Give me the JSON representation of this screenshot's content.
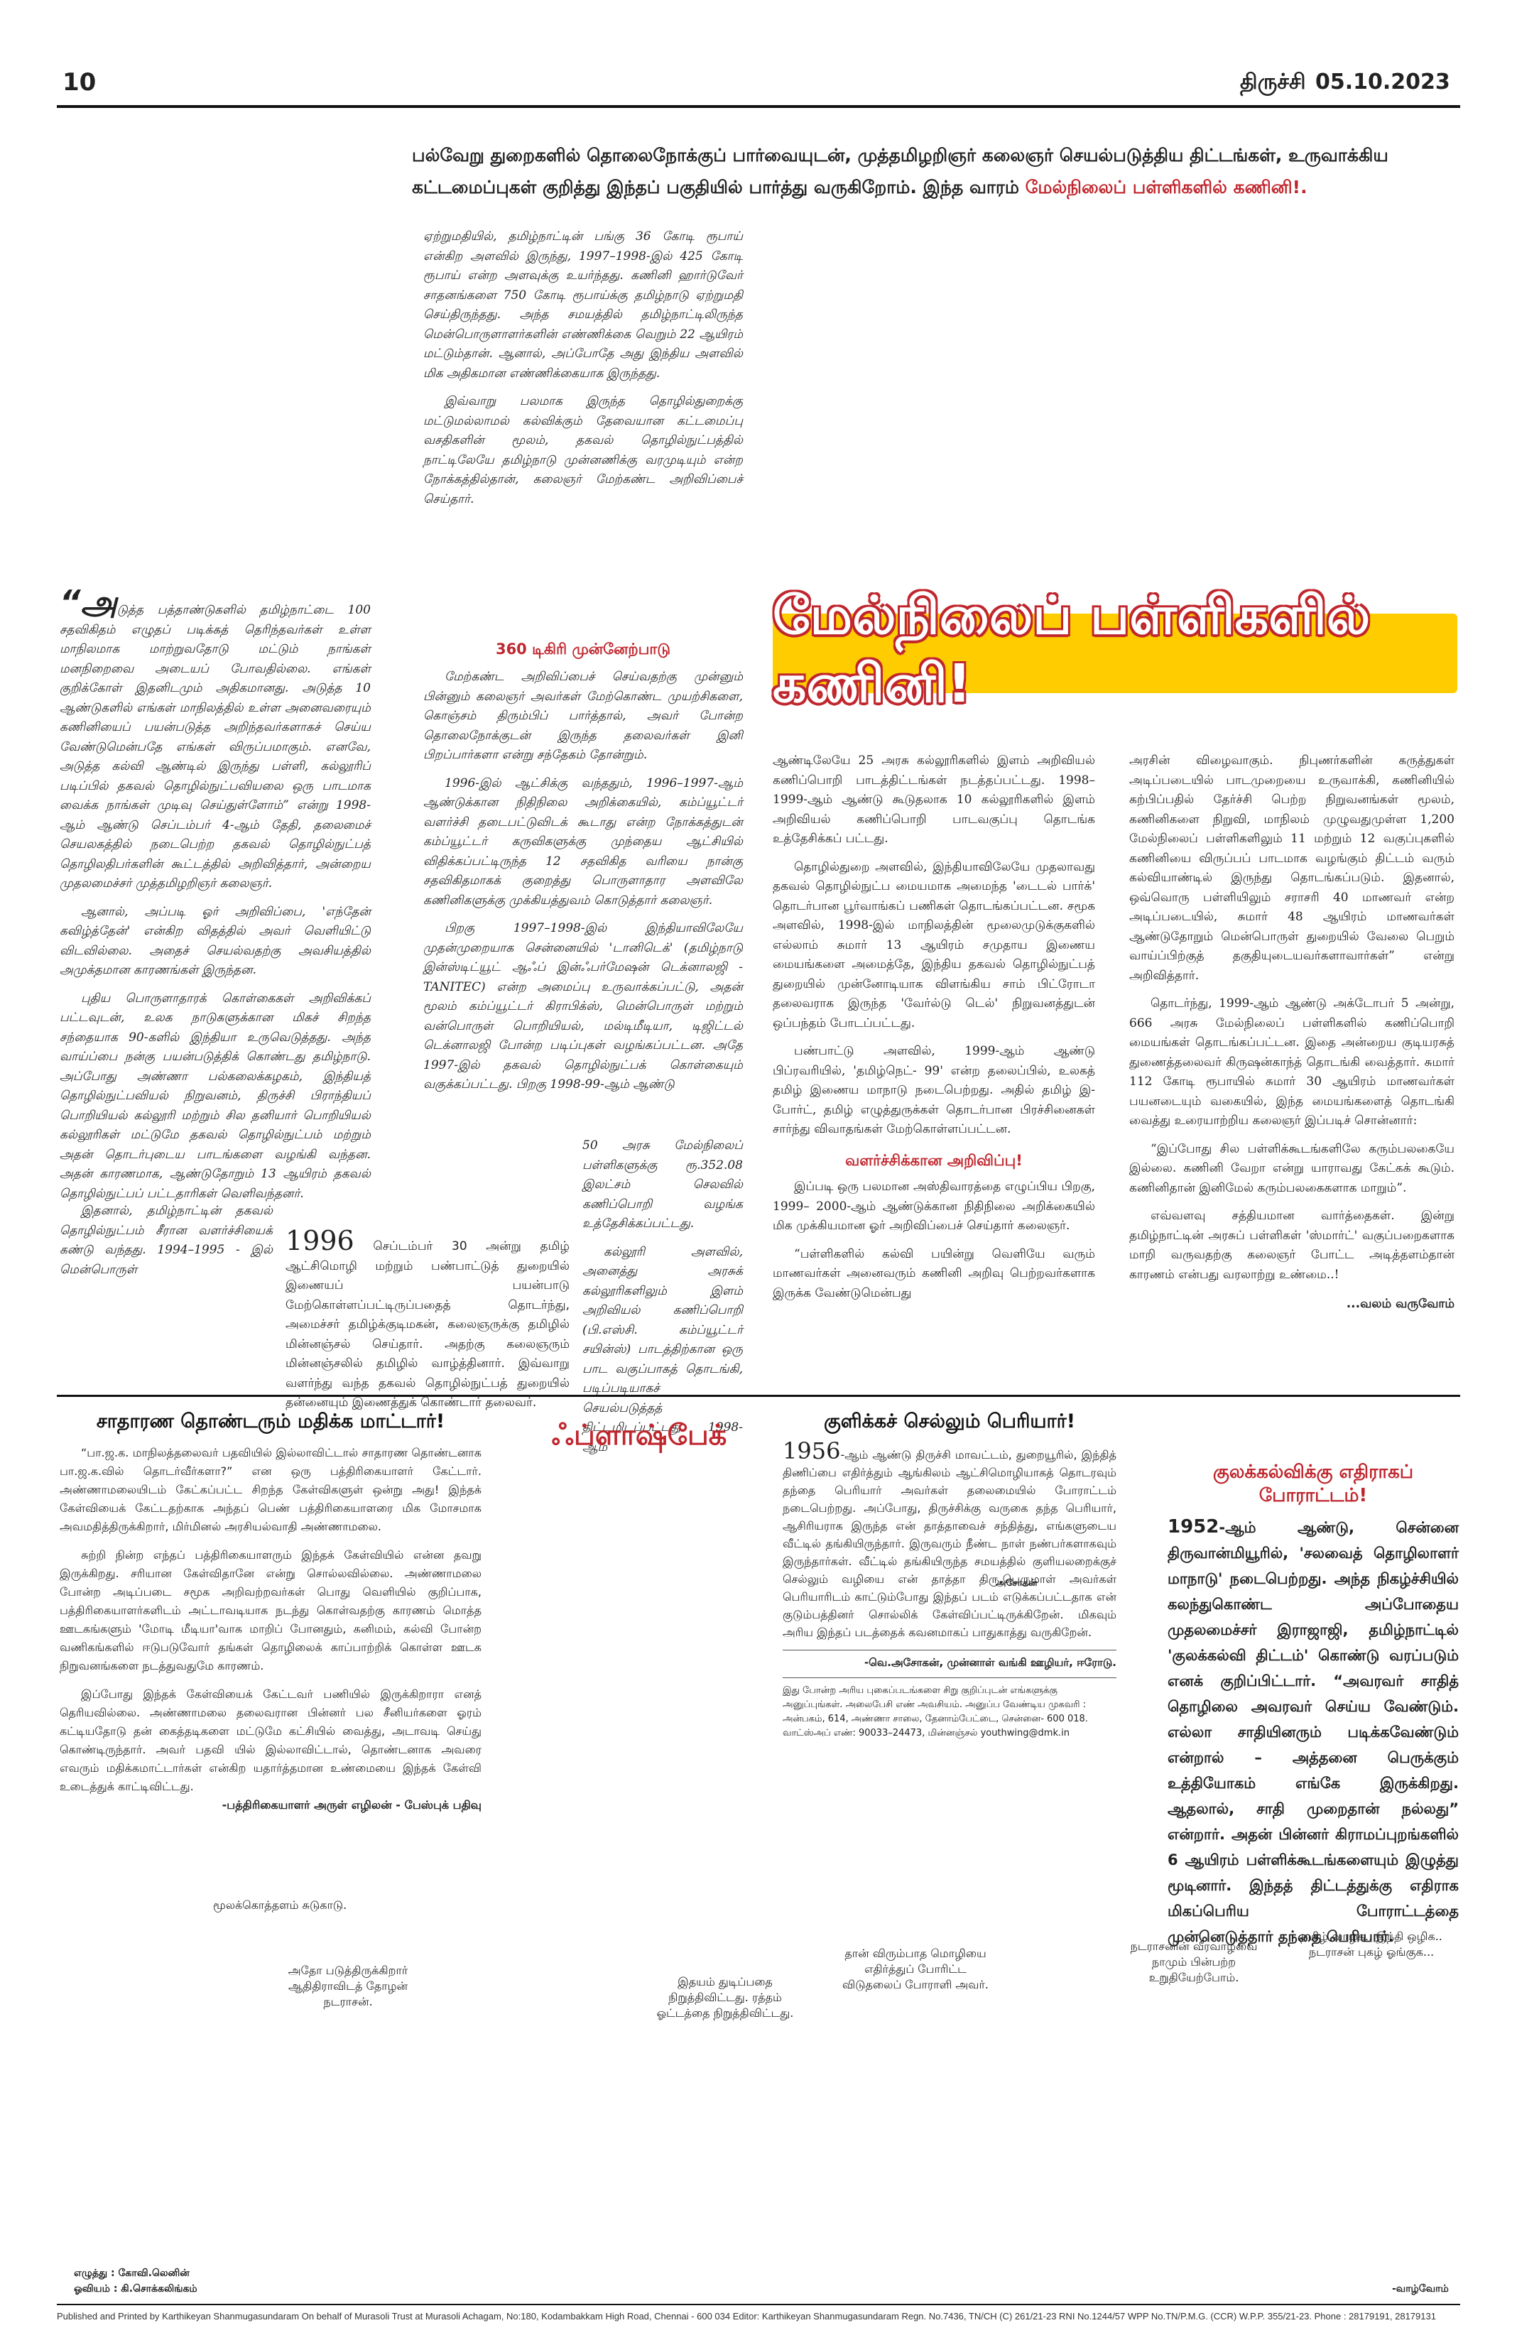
{
  "header": {
    "page_number": "10",
    "city": "திருச்சி",
    "date": "05.10.2023"
  },
  "intro": {
    "line1": "பல்வேறு துறைகளில் தொலைநோக்குப் பார்வையுடன், முத்தமிழறிஞர் கலைஞர் செயல்படுத்திய திட்டங்கள், உருவாக்கிய",
    "line2_black": "கட்டமைப்புகள் குறித்து இந்தப் பகுதியில் பார்த்து வருகிறோம். இந்த வாரம் ",
    "line2_red": "மேல்நிலைப் பள்ளிகளில் கணினி!."
  },
  "article": {
    "col1_para1_dropcap": "“அ",
    "col1_para1": "டுத்த பத்தாண்டுகளில் தமிழ்நாட்டை 100 சதவிகிதம் எழுதப் படிக்கத் தெரிந்தவர்கள் உள்ள மாநிலமாக மாற்றுவதோடு மட்டும் நாங்கள் மனநிறைவை அடையப் போவதில்லை. எங்கள் குறிக்கோள் இதனிடமும் அதிகமானது. அடுத்த 10 ஆண்டுகளில் எங்கள் மாநிலத்தில் உள்ள அனைவரையும் கணினியைப் பயன்படுத்த அறிந்தவர்களாகச் செய்ய வேண்டுமென்பதே எங்கள் விருப்பமாகும். எனவே, அடுத்த கல்வி ஆண்டில் இருந்து பள்ளி, கல்லூரிப் படிப்பில் தகவல் தொழில்நுட்பவியலை ஒரு பாடமாக வைக்க நாங்கள் முடிவு செய்துள்ளோம்” என்று 1998-ஆம் ஆண்டு செப்டம்பர் 4-ஆம் தேதி, தலைமைச் செயலகத்தில் நடைபெற்ற தகவல் தொழில்நுட்பத் தொழிலதிபர்களின் கூட்டத்தில் அறிவித்தார், அன்றைய முதலமைச்சர் முத்தமிழறிஞர் கலைஞர்.",
    "col1_para2": "ஆனால், அப்படி ஓர் அறிவிப்பை, 'எந்தேன் கவிழ்த்தேன்' என்கிற விதத்தில் அவர் வெளியிட்டு விடவில்லை. அதைச் செயல்வதற்கு அவசியத்தில் அமுக்தமான காரணங்கள் இருந்தன.",
    "col1_para3": "புதிய பொருளாதாரக் கொள்கைகள் அறிவிக்கப் பட்டவுடன், உலக நாடுகளுக்கான மிகச் சிறந்த சந்தையாக 90-களில் இந்தியா உருவெடுத்தது. அந்த வாய்ப்பை நன்கு பயன்படுத்திக் கொண்டது தமிழ்நாடு. அப்போது அண்ணா பல்கலைக்கழகம், இந்தியத் தொழில்நுட்பவியல் நிறுவனம், திருச்சி பிராந்தியப் பொறியியல் கல்லூரி மற்றும் சில தனியார் பொறியியல் கல்லூரிகள் மட்டுமே தகவல் தொழில்நுட்பம் மற்றும் அதன் தொடர்புடைய பாடங்களை வழங்கி வந்தன. அதன் காரணமாக, ஆண்டுதோறும் 13 ஆயிரம் தகவல் தொழில்நுட்பப் பட்டதாரிகள் வெளிவந்தனர்.",
    "col1_para4": "இதனால், தமிழ்நாட்டின் தகவல் தொழில்நுட்பம் சீரான வளர்ச்சியைக் கண்டு வந்தது. 1994–1995 - இல் மென்பொருள்",
    "col2_para1": "ஏற்றுமதியில், தமிழ்நாட்டின் பங்கு 36 கோடி ரூபாய் என்கிற அளவில் இருந்து, 1997–1998-இல் 425 கோடி ரூபாய் என்ற அளவுக்கு உயர்ந்தது. கணினி ஹார்டுவேர் சாதனங்களை 750 கோடி ரூபாய்க்கு தமிழ்நாடு ஏற்றுமதி செய்திருந்தது. அந்த சமயத்தில் தமிழ்நாட்டிலிருந்த மென்பொருளாளர்களின் எண்ணிக்கை வெறும் 22 ஆயிரம் மட்டும்தான். ஆனால், அப்போதே அது இந்திய அளவில் மிக அதிகமான எண்ணிக்கையாக இருந்தது.",
    "col2_para2": "இவ்வாறு பலமாக இருந்த தொழில்துறைக்கு மட்டுமல்லாமல் கல்விக்கும் தேவையான கட்டமைப்பு வசதிகளின் மூலம், தகவல் தொழில்நுட்பத்தில் நாட்டிலேயே தமிழ்நாடு முன்னணிக்கு வரமுடியும் என்ற நோக்கத்தில்தான், கலைஞர் மேற்கண்ட அறிவிப்பைச் செய்தார்.",
    "col2_subhead": "360 டிகிரி முன்னேற்பாடு",
    "col2_para3": "மேற்கண்ட அறிவிப்பைச் செய்வதற்கு முன்னும் பின்னும் கலைஞர் அவர்கள் மேற்கொண்ட முயற்சிகளை, கொஞ்சம் திரும்பிப் பார்த்தால், அவர் போன்ற தொலைநோக்குடன் இருந்த தலைவர்கள் இனி பிறப்பார்களா என்று சந்தேகம் தோன்றும்.",
    "col2_para4": "1996-இல் ஆட்சிக்கு வந்ததும், 1996–1997-ஆம் ஆண்டுக்கான நிதிநிலை அறிக்கையில், கம்ப்யூட்டர் வளர்ச்சி தடைபட்டுவிடக் கூடாது என்ற நோக்கத்துடன் கம்ப்யூட்டர் கருவிகளுக்கு முந்தைய ஆட்சியில் விதிக்கப்பட்டிருந்த 12 சதவிகித வரியை நான்கு சதவிகிதமாகக் குறைத்து பொருளாதார அளவிலே கணினிகளுக்கு முக்கியத்துவம் கொடுத்தார் கலைஞர்.",
    "col2_para5": "பிறகு 1997–1998-இல் இந்தியாவிலேயே முதன்முறையாக சென்னையில் 'டானிடெக்' (தமிழ்நாடு இன்ஸ்டிட்யூட் ஆஃப் இன்ஃபர்மேஷன் டெக்னாலஜி - TANITEC) என்ற அமைப்பு உருவாக்கப்பட்டு, அதன் மூலம் கம்ப்யூட்டர் கிராபிக்ஸ், மென்பொருள் மற்றும் வன்பொருள் பொறியியல், மல்டிமீடியா, டிஜிட்டல் டெக்னாலஜி போன்ற படிப்புகள் வழங்கப்பட்டன. அதே 1997-இல் தகவல் தொழில்நுட்பக் கொள்கையும் வகுக்கப்பட்டது. பிறகு 1998-99-ஆம் ஆண்டு",
    "col2_para6": "50 அரசு மேல்நிலைப் பள்ளிகளுக்கு ரூ.352.08 இலட்சம் செலவில் கணிப்பொறி வழங்க உத்தேசிக்கப்பட்டது.",
    "col2_para7": "கல்லூரி அளவில், அனைத்து அரசுக் கல்லூரிகளிலும் இளம் அறிவியல் கணிப்பொறி (பி.எஸ்சி. கம்ப்யூட்டர் சயின்ஸ்) பாடத்திற்கான ஒரு பாட வகுப்பாகத் தொடங்கி, படிப்படியாகச் செயல்படுத்தத் திட்டமிடப்பட்டது. 1998- ஆம்",
    "quote_year": "1996",
    "quote_text": " செப்டம்பர் 30 அன்று தமிழ் ஆட்சிமொழி மற்றும் பண்பாட்டுத் துறையில் இணையப் பயன்பாடு மேற்கொள்ளப்பட்டிருப்பதைத் தொடர்ந்து, அமைச்சர் தமிழ்க்குடிமகன், கலைஞருக்கு தமிழில் மின்னஞ்சல் செய்தார். அதற்கு கலைஞரும் மின்னஞ்சலில் தமிழில் வாழ்த்தினார். இவ்வாறு வளர்ந்து வந்த தகவல் தொழில்நுட்பத் துறையில் தன்னையும் இணைத்துக் கொண்டார் தலைவர்.",
    "banner": "மேல்நிலைப் பள்ளிகளில் கணினி!",
    "col3_para1": "ஆண்டிலேயே 25 அரசு கல்லூரிகளில் இளம் அறிவியல் கணிப்பொறி பாடத்திட்டங்கள் நடத்தப்பட்டது. 1998–1999-ஆம் ஆண்டு கூடுதலாக 10 கல்லூரிகளில் இளம் அறிவியல் கணிப்பொறி பாடவகுப்பு தொடங்க உத்தேசிக்கப் பட்டது.",
    "col3_para2": "தொழில்துறை அளவில், இந்தியாவிலேயே முதலாவது தகவல் தொழில்நுட்ப மையமாக அமைந்த 'டைடல் பார்க்' தொடர்பான பூர்வாங்கப் பணிகள் தொடங்கப்பட்டன. சமூக அளவில், 1998-இல் மாநிலத்தின் மூலைமுடுக்குகளில் எல்லாம் சுமார் 13 ஆயிரம் சமுதாய இணைய மையங்களை அமைத்தே, இந்திய தகவல் தொழில்நுட்பத் துறையில் முன்னோடியாக விளங்கிய சாம் பிட்ரோடா தலைவராக இருந்த 'வேர்ல்டு டெல்' நிறுவனத்துடன் ஒப்பந்தம் போடப்பட்டது.",
    "col3_para3": "பண்பாட்டு அளவில், 1999-ஆம் ஆண்டு பிப்ரவரியில், 'தமிழ்நெட்- 99' என்ற தலைப்பில், உலகத் தமிழ் இணைய மாநாடு நடைபெற்றது. அதில் தமிழ் இ-போர்ட், தமிழ் எழுத்துருக்கள் தொடர்பான பிரச்சினைகள் சார்ந்து விவாதங்கள் மேற்கொள்ளப்பட்டன.",
    "col3_subhead": "வளர்ச்சிக்கான அறிவிப்பு!",
    "col3_para4": "இப்படி ஒரு பலமான அஸ்திவாரத்தை எழுப்பிய பிறகு, 1999– 2000-ஆம் ஆண்டுக்கான நிதிநிலை அறிக்கையில் மிக முக்கியமான ஓர் அறிவிப்பைச் செய்தார் கலைஞர்.",
    "col3_para5": "“பள்ளிகளில் கல்வி பயின்று வெளியே வரும் மாணவர்கள் அனைவரும் கணினி அறிவு பெற்றவர்களாக இருக்க வேண்டுமென்பது",
    "col4_para1": "அரசின் விழைவாகும். நிபுணர்களின் கருத்துகள் அடிப்படையில் பாடமுறையை உருவாக்கி, கணினியில் கற்பிப்பதில் தேர்ச்சி பெற்ற நிறுவனங்கள் மூலம், கணினிகளை நிறுவி, மாநிலம் முழுவதுமுள்ள 1,200 மேல்நிலைப் பள்ளிகளிலும் 11 மற்றும் 12 வகுப்புகளில் கணினியை விருப்பப் பாடமாக வழங்கும் திட்டம் வரும் கல்வியாண்டில் இருந்து தொடங்கப்படும். இதனால், ஒவ்வொரு பள்ளியிலும் சராசரி 40 மாணவர் என்ற அடிப்படையில், சுமார் 48 ஆயிரம் மாணவர்கள் ஆண்டுதோறும் மென்பொருள் துறையில் வேலை பெறும் வாய்ப்பிற்குத் தகுதியுடையவர்களாவார்கள்” என்று அறிவித்தார்.",
    "col4_para2": "தொடர்ந்து, 1999-ஆம் ஆண்டு அக்டோபர் 5 அன்று, 666 அரசு மேல்நிலைப் பள்ளிகளில் கணிப்பொறி மையங்கள் தொடங்கப்பட்டன. இதை அன்றைய குடியரசுத் துணைத்தலைவர் கிருஷன்காந்த் தொடங்கி வைத்தார். சுமார் 112 கோடி ரூபாயில் சுமார் 30 ஆயிரம் மாணவர்கள் பயனடையும் வகையில், இந்த மையங்களைத் தொடங்கி வைத்து உரையாற்றிய கலைஞர் இப்படிச் சொன்னார்:",
    "col4_para3": "“இப்போது சில பள்ளிக்கூடங்களிலே கரும்பலகையே இல்லை. கணினி வேறா என்று யாராவது கேட்கக் கூடும். கணினிதான் இனிமேல் கரும்பலகைகளாக மாறும்”.",
    "col4_para4": "எவ்வளவு சத்தியமான வார்த்தைகள். இன்று தமிழ்நாட்டின் அரசுப் பள்ளிகள் 'ஸ்மார்ட்' வகுப்பறைகளாக மாறி வருவதற்கு கலைஞர் போட்ட அடித்தளம்தான் காரணம் என்பது வரலாற்று உண்மை..!",
    "continued": "...வலம் வருவோம்"
  },
  "box1": {
    "title": "சாதாரண தொண்டரும் மதிக்க மாட்டார்!",
    "para1": "“பா.ஜ.க. மாநிலத்தலைவர் பதவியில் இல்லாவிட்டால் சாதாரண தொண்டனாக பா.ஜ.க.வில் தொடர்வீர்களா?” என ஒரு பத்திரிகையாளர் கேட்டார். அண்ணாமலையிடம் கேட்கப்பட்ட சிறந்த கேள்விகளுள் ஒன்று அது! இந்தக் கேள்வியைக் கேட்டதற்காக அந்தப் பெண் பத்திரிகையாளரை மிக மோசமாக அவமதித்திருக்கிறார், மிர்மினல் அரசியல்வாதி அண்ணாமலை.",
    "para2": "சுற்றி நின்ற எந்தப் பத்திரிகையாளரும் இந்தக் கேள்வியில் என்ன தவறு இருக்கிறது. சரியான கேள்விதானே என்று சொல்லவில்லை. அண்ணாமலை போன்ற அடிப்படை சமூக அறிவற்றவர்கள் பொது வெளியில் குறிப்பாக, பத்திரிகையாளர்களிடம் அட்டாவடியாக நடந்து கொள்வதற்கு காரணம் மொத்த ஊடகங்களும் 'மோடி மீடியா'வாக மாறிப் போனதும், கனிமம், கல்வி போன்ற வணிகங்களில் ஈடுபடுவோர் தங்கள் தொழிலைக் காப்பாற்றிக் கொள்ள ஊடக நிறுவனங்களை நடத்துவதுமே காரணம்.",
    "para3": "இப்போது இந்தக் கேள்வியைக் கேட்டவர் பணியில் இருக்கிறாரா எனத் தெரியவில்லை. அண்ணாமலை தலைவரான பின்னர் பல சீனியர்களை ஓரம் கட்டியதோடு தன் கைத்தடிகளை மட்டுமே கட்சியில் வைத்து, அடாவடி செய்து கொண்டிருந்தார். அவர் பதவி யில் இல்லாவிட்டால், தொண்டனாக அவரை எவரும் மதிக்கமாட்டார்கள் என்கிற யதார்த்தமான உண்மையை இந்தக் கேள்வி உடைத்துக் காட்டிவிட்டது.",
    "byline": "-பத்திரிகையாளர் அருள் எழிலன் - பேஸ்புக் பதிவு"
  },
  "box2": {
    "title": "ஃப்ளாஷ்பேக்"
  },
  "box3": {
    "title": "குளிக்கச் செல்லும் பெரியார்!",
    "year": "1956",
    "para1": "-ஆம் ஆண்டு திருச்சி மாவட்டம், துறையூரில், இந்தித் திணிப்பை எதிர்த்தும் ஆங்கிலம் ஆட்சிமொழியாகத் தொடரவும் தந்தை பெரியார் அவர்கள் தலைமையில் போராட்டம் நடைபெற்றது. அப்போது, திருச்சிக்கு வருகை தந்த பெரியார், ஆசிரியராக இருந்த என் தாத்தாவைச் சந்தித்து, எங்களுடைய வீட்டில் தங்கியிருந்தார். இருவரும் நீண்ட நாள் நண்பர்களாகவும் இருந்தார்கள். வீட்டில் தங்கியிருந்த சமயத்தில் குளியலறைக்குச் செல்லும் வழியை என் தாத்தா திரு.பெருமாள் அவர்கள் பெரியாரிடம் காட்டும்போது இந்தப் படம் எடுக்கப்பட்டதாக என் குடும்பத்தினர் சொல்லிக் கேள்விப்பட்டிருக்கிறேன். மிகவும் அரிய இந்தப் படத்தைக் கவனமாகப் பாதுகாத்து வருகிறேன்.",
    "photo_caption": "அசோகன்",
    "byline": "-வெ.அசோகன், முன்னாள் வங்கி ஊழியர், ஈரோடு.",
    "note": "இது போன்ற அரிய புகைப்படங்களை சிறு குறிப்புடன் எங்களுக்கு அனுப்புங்கள். அலைபேசி எண் அவசியம். அனுப்ப வேண்டிய முகவரி : அன்பகம், 614, அண்ணா சாலை, தேனாம்பேட்டை, சென்னை- 600 018. வாட்ஸ்அப் எண்: 90033–24473, மின்னஞ்சல் youthwing@dmk.in"
  },
  "box4": {
    "title": "குலக்கல்விக்கு எதிராகப் போராட்டம்!",
    "year": "1952",
    "body": "-ஆம் ஆண்டு, சென்னை திருவான்மியூரில், 'சலவைத் தொழிலாளர் மாநாடு' நடைபெற்றது. அந்த நிகழ்ச்சியில் கலந்துகொண்ட அப்போதைய முதலமைச்சர் இராஜாஜி, தமிழ்நாட்டில் 'குலக்கல்வி திட்டம்' கொண்டு வரப்படும் எனக் குறிப்பிட்டார். “அவரவர் சாதித் தொழிலை அவரவர் செய்ய வேண்டும். எல்லா சாதியினரும் படிக்கவேண்டும் என்றால் – அத்தனை பெருக்கும் உத்தியோகம் எங்கே இருக்கிறது. ஆதலால், சாதி முறைதான் நல்லது” என்றார். அதன் பின்னர் கிராமப்புறங்களில் 6 ஆயிரம் பள்ளிக்கூடங்களையும் இழுத்து மூடினார். இந்தத் திட்டத்துக்கு எதிராக மிகப்பெரிய போராட்டத்தை முன்னெடுத்தார் தந்தை பெரியார்."
  },
  "comic": {
    "caption_top": "மூலக்கொத்தளம் சுடுகாடு.",
    "c1": "அதோ\nபடுத்திருக்கிறார்\nஆதிதிராவிடத் தோழன்\nநடராசன்.",
    "c2": "இதயம் துடிப்பதை\nநிறுத்திவிட்டது.\nரத்தம் ஓட்டத்தை\nநிறுத்திவிட்டது.",
    "c3": "தான் விரும்பாத\nமொழியை எதிர்த்துப்\nபோரிட்ட விடுதலைப்\nபோராளி அவர்.",
    "c4": "நடராசனின்\nவீரவாழ்வை நாமும்\nபின்பற்ற\nஉறுதியேற்போம்.",
    "c5": "தமிழ் வாழ்க..\nஇந்தி ஒழிக.. நடராசன்\nபுகழ் ஓங்குக...",
    "credit1": "எழுத்து : கோவி.லெனின்",
    "credit2": "ஓவியம் : கி.சொக்கலிங்கம்",
    "continued": "-வாழ்வோம்"
  },
  "footer": {
    "imprint": "Published and Printed by Karthikeyan Shanmugasundaram On behalf of Murasoli Trust at Murasoli Achagam, No:180, Kodambakkam High Road, Chennai - 600 034 Editor: Karthikeyan Shanmugasundaram Regn. No.7436, TN/CH (C) 261/21-23 RNI No.1244/57 WPP No.TN/P.M.G. (CCR) W.P.P. 355/21-23. Phone : 28179191, 28179131"
  }
}
